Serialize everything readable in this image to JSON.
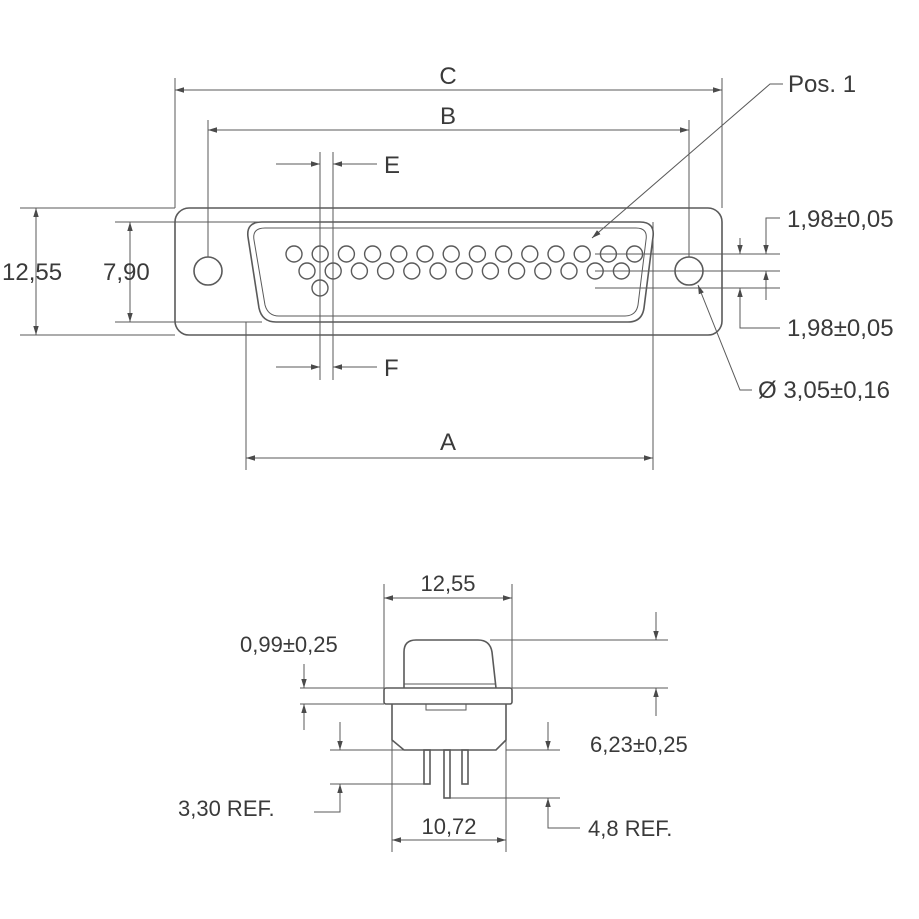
{
  "front_view": {
    "dim_c": "C",
    "dim_b": "B",
    "dim_a": "A",
    "dim_e": "E",
    "dim_f": "F",
    "height_outer": "12,55",
    "height_inner": "7,90",
    "pos_label": "Pos. 1",
    "row_pitch_top": "1,98±0,05",
    "row_pitch_bottom": "1,98±0,05",
    "hole_diameter": "Ø 3,05±0,16",
    "pin_rows": [
      14,
      13,
      1
    ]
  },
  "side_view": {
    "width_top": "12,55",
    "flange_thickness": "0,99±0,25",
    "insulator_height": "6,23±0,25",
    "pin_ref": "3,30 REF.",
    "tail_ref": "4,8 REF.",
    "width_bottom": "10,72"
  }
}
